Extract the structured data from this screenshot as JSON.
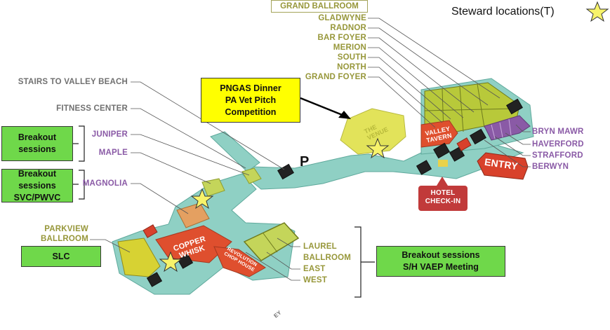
{
  "legend": {
    "label": "Steward locations(T)",
    "icon": "star-icon",
    "star_color": "#f7f36a"
  },
  "markers": {
    "p": "P"
  },
  "rooms": {
    "grand_ballroom": "GRAND BALLROOM",
    "gladwyne": "GLADWYNE",
    "radnor": "RADNOR",
    "bar_foyer": "BAR FOYER",
    "merion": "MERION",
    "south": "SOUTH",
    "north": "NORTH",
    "grand_foyer": "GRAND FOYER",
    "stairs": "STAIRS TO VALLEY BEACH",
    "fitness": "FITNESS CENTER",
    "juniper": "JUNIPER",
    "maple": "MAPLE",
    "magnolia": "MAGNOLIA",
    "parkview_1": "PARKVIEW",
    "parkview_2": "BALLROOM",
    "laurel_1": "LAUREL",
    "laurel_2": "BALLROOM",
    "east": "EAST",
    "west": "WEST",
    "bryn_mawr": "BRYN MAWR",
    "haverford": "HAVERFORD",
    "strafford": "STRAFFORD",
    "berwyn": "BERWYN"
  },
  "map_labels": {
    "the_venue_1": "THE",
    "the_venue_2": "VENUE",
    "valley_1": "VALLEY",
    "valley_2": "TAVERN",
    "copper_1": "COPPER",
    "copper_2": "WHISK",
    "revolution_1": "REVOLUTION",
    "revolution_2": "CHOP HOUSE",
    "entry": "ENTRY",
    "hotel_1": "HOTEL",
    "hotel_2": "CHECK-IN",
    "bottom_fragment": "EY"
  },
  "callouts": {
    "pngas": [
      "PNGAS Dinner",
      "PA Vet Pitch",
      "Competition"
    ],
    "breakout1": [
      "Breakout",
      "sessions"
    ],
    "breakout2": [
      "Breakout",
      "sessions",
      "SVC/PWVC"
    ],
    "slc": "SLC",
    "breakout3": [
      "Breakout sessions",
      "S/H VAEP Meeting"
    ]
  },
  "colors": {
    "floor": "#8fd0c4",
    "floor_dark": "#5fa99c",
    "room_green": "#c4d55a",
    "room_yellow": "#e2e35a",
    "room_orange": "#e4a061",
    "restaurant": "#df4f2e",
    "purple_room": "#8a5aa6",
    "entry": "#d8412b",
    "checkin": "#c13a3a",
    "callout_green": "#6fd84a",
    "callout_yellow": "#ffff00"
  }
}
